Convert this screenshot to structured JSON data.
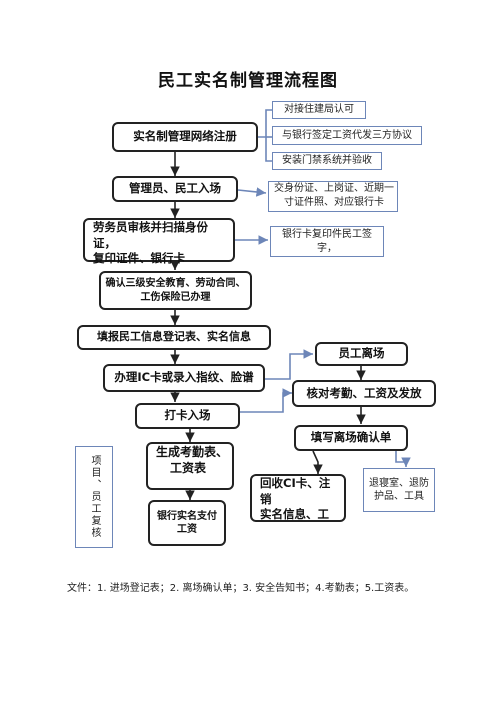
{
  "title": "民工实名制管理流程图",
  "left_flow": {
    "step1": "实名制管理网络注册",
    "step2": "管理员、民工入场",
    "step3_line1": "劳务员审核并扫描身份证，",
    "step3_line2": "复印证件、银行卡",
    "step4_line1": "确认三级安全教育、劳动合同、",
    "step4_line2": "工伤保险已办理",
    "step5": "填报民工信息登记表、实名信息",
    "step6": "办理IC卡或录入指纹、脸谱",
    "step7": "打卡入场",
    "step8_line1": "生成考勤表、",
    "step8_line2": "工资表",
    "step9_line1": "银行实名支付",
    "step9_line2": "工资"
  },
  "right_flow": {
    "r1": "员工离场",
    "r2": "核对考勤、工资及发放",
    "r3": "填写离场确认单",
    "r4_line1": "回收CI卡、注销",
    "r4_line2": "实名信息、工"
  },
  "notes": {
    "n1": "对接住建局认可",
    "n2": "与银行签定工资代发三方协议",
    "n3": "安装门禁系统并验收",
    "n4_line1": "交身份证、上岗证、近期一",
    "n4_line2": "寸证件照、对应银行卡",
    "n5": "银行卡复印件民工签字，",
    "n6": "项目、员工复核",
    "n7_line1": "退寝室、退防",
    "n7_line2": "护品、工具"
  },
  "footer": "文件：1. 进场登记表；2. 离场确认单；3. 安全告知书；4.考勤表；5.工资表。"
}
